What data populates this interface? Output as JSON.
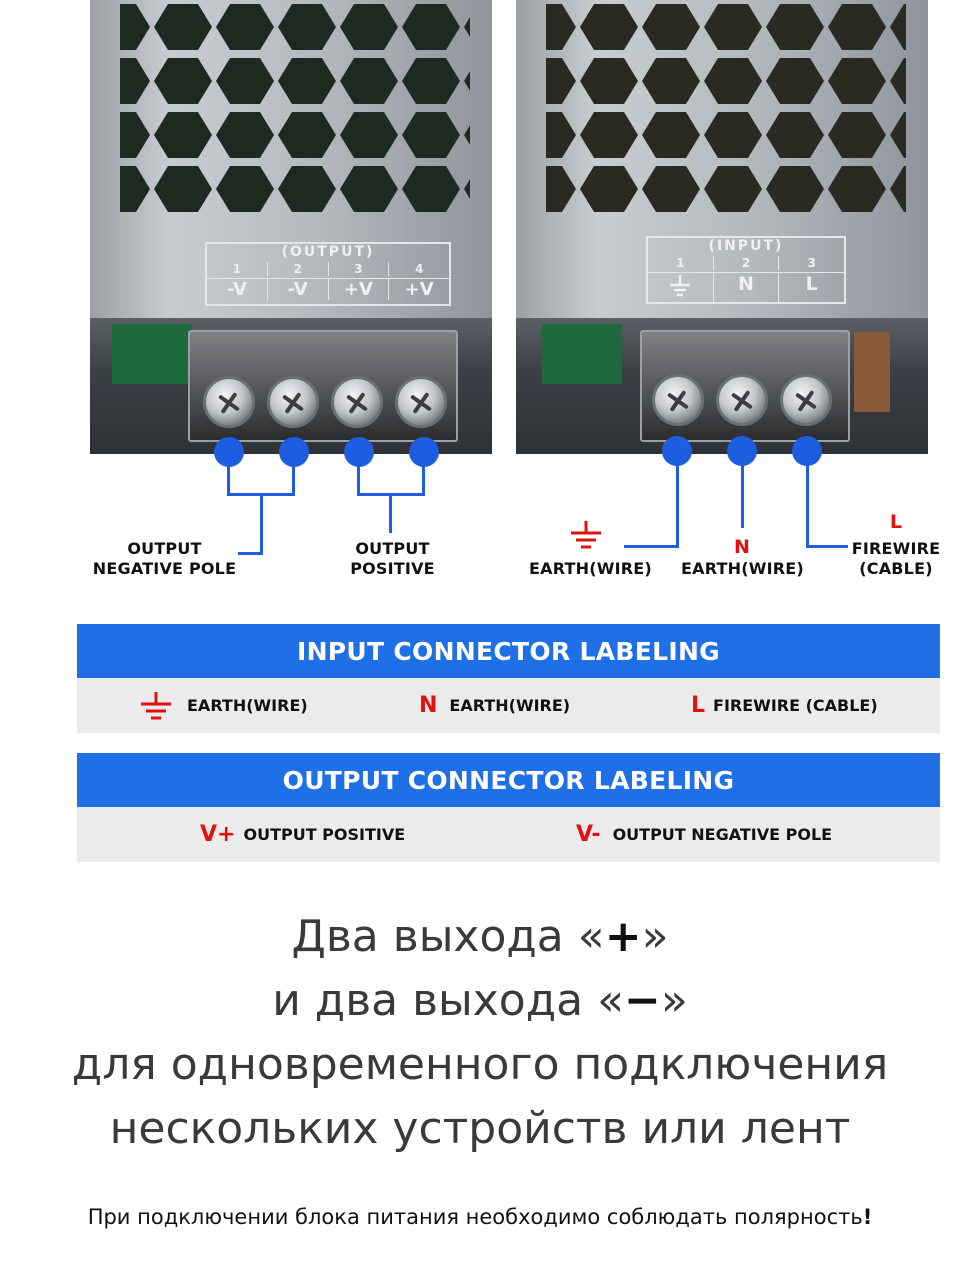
{
  "output_unit": {
    "panel_title": "(OUTPUT)",
    "terminal_numbers": [
      "1",
      "2",
      "3",
      "4"
    ],
    "terminal_symbols": [
      "-V",
      "-V",
      "+V",
      "+V"
    ],
    "callouts": {
      "negative": "OUTPUT\nNEGATIVE POLE",
      "positive": "OUTPUT\nPOSITIVE"
    }
  },
  "input_unit": {
    "panel_title": "(INPUT)",
    "terminal_numbers": [
      "1",
      "2",
      "3"
    ],
    "terminal_symbols": [
      "ground-icon",
      "N",
      "L"
    ],
    "callouts": {
      "earth_label": "EARTH(WIRE)",
      "neutral_symbol": "N",
      "neutral_label": "EARTH(WIRE)",
      "line_symbol": "L",
      "line_label": "FIREWIRE\n(CABLE)"
    }
  },
  "input_table": {
    "title": "INPUT CONNECTOR LABELING",
    "entries": [
      {
        "icon": "ground-icon",
        "code": "",
        "label": "EARTH(WIRE)"
      },
      {
        "icon": "",
        "code": "N",
        "label": "EARTH(WIRE)"
      },
      {
        "icon": "",
        "code": "L",
        "label": "FIREWIRE (CABLE)"
      }
    ]
  },
  "output_table": {
    "title": "OUTPUT CONNECTOR LABELING",
    "entries": [
      {
        "code": "V+",
        "label": "OUTPUT POSITIVE"
      },
      {
        "code": "V-",
        "label": "OUTPUT NEGATIVE POLE"
      }
    ]
  },
  "description": {
    "line1_pre": "Два выхода «",
    "line1_sym": "+",
    "line1_post": "»",
    "line2_pre": "и два выхода «",
    "line2_sym": "−",
    "line2_post": "»",
    "line3": "для одновременного подключения",
    "line4": "нескольких устройств или лент",
    "note": "При подключении блока питания необходимо соблюдать полярность",
    "note_mark": "!"
  },
  "colors": {
    "accent_blue": "#1f6fe7",
    "marker_blue": "#1f5de0",
    "code_red": "#e0100f",
    "row_grey": "#ebebeb"
  }
}
